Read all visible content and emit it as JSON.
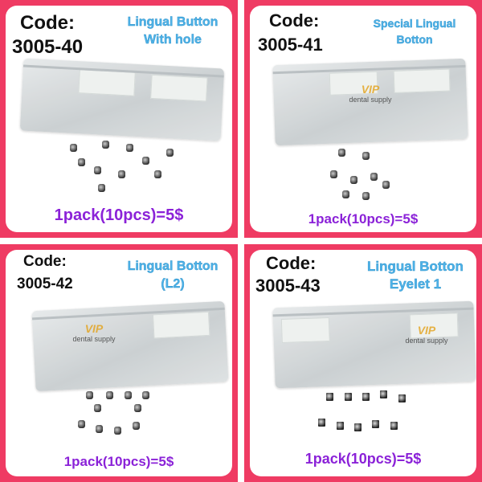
{
  "panels": [
    {
      "code_label": "Code:",
      "code": "3005-40",
      "title_line1": "Lingual Button",
      "title_line2": "With hole",
      "price": "1pack(10pcs)=5$"
    },
    {
      "code_label": "Code:",
      "code": "3005-41",
      "title_line1": "Special Lingual",
      "title_line2": "Botton",
      "price": "1pack(10pcs)=5$",
      "watermark": "VIP",
      "watermark_sub": "dental supply"
    },
    {
      "code_label": "Code:",
      "code": "3005-42",
      "title_line1": "Lingual Botton",
      "title_line2": "(L2)",
      "price": "1pack(10pcs)=5$",
      "watermark": "VIP",
      "watermark_sub": "dental supply"
    },
    {
      "code_label": "Code:",
      "code": "3005-43",
      "title_line1": "Lingual Botton",
      "title_line2": "Eyelet 1",
      "price": "1pack(10pcs)=5$",
      "watermark": "VIP",
      "watermark_sub": "dental supply"
    }
  ],
  "colors": {
    "frame": "#ef3b63",
    "title": "#4fb3e8",
    "price": "#8b22d8"
  }
}
